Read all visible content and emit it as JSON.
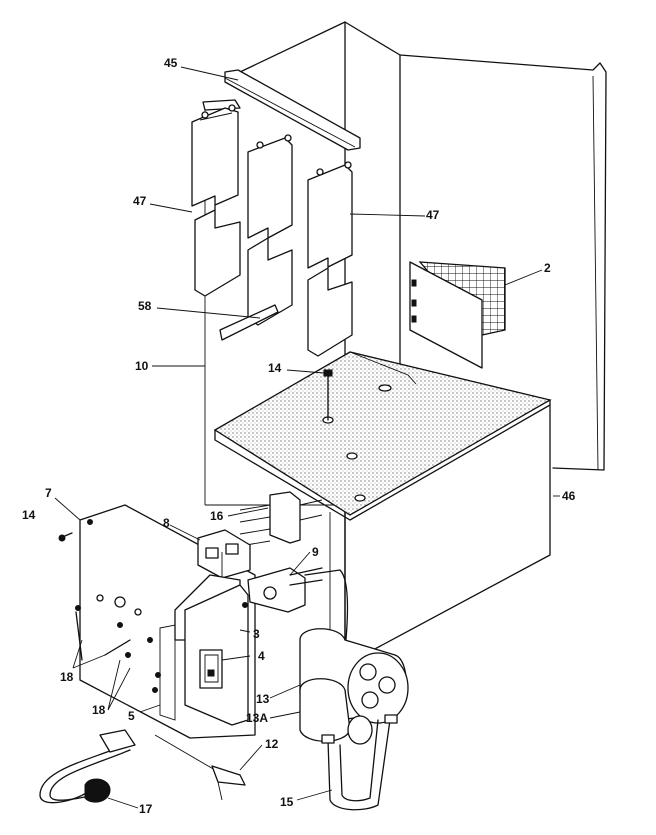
{
  "colors": {
    "line": "#111111",
    "background": "#ffffff",
    "stipple": "#777777"
  },
  "labels": {
    "l45": "45",
    "l47a": "47",
    "l47b": "47",
    "l2": "2",
    "l58": "58",
    "l10": "10",
    "l14a": "14",
    "l46": "46",
    "l7": "7",
    "l14b": "14",
    "l16": "16",
    "l8": "8",
    "l9": "9",
    "l3": "3",
    "l4": "4",
    "l18a": "18",
    "l18b": "18",
    "l5": "5",
    "l13": "13",
    "l13a": "13A",
    "l12": "12",
    "l15": "15",
    "l17": "17"
  }
}
